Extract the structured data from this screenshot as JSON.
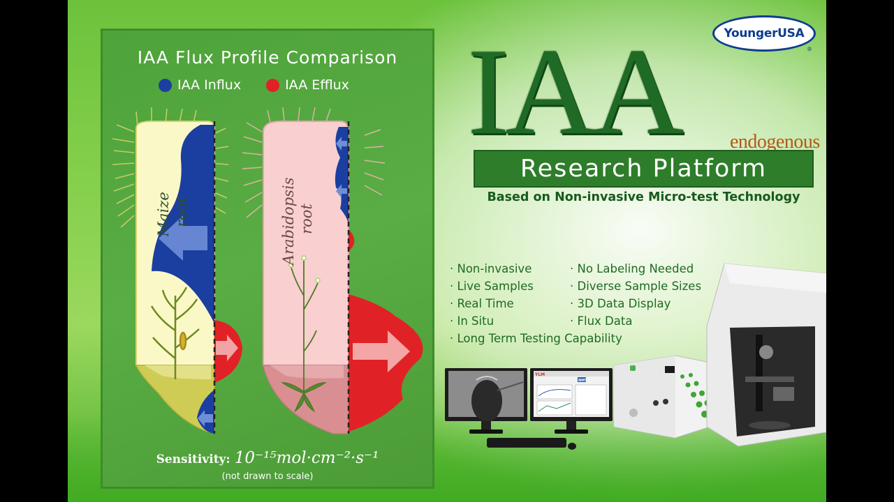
{
  "panel": {
    "title": "IAA Flux Profile Comparison",
    "legend": [
      {
        "label": "IAA Influx",
        "color": "#1b3fa0"
      },
      {
        "label": "IAA Efflux",
        "color": "#e02226"
      }
    ],
    "roots": [
      {
        "label_line1": "Maize",
        "label_line2": "root",
        "fill": "#fbf8c8",
        "tip_fill": "#cfcc55"
      },
      {
        "label_line1": "Arabidopsis",
        "label_line2": "root",
        "fill": "#f9cfcf",
        "tip_fill": "#d98f92"
      }
    ],
    "sensitivity_label": "Sensitivity:",
    "sensitivity_value": "10⁻¹⁵mol·cm⁻²·s⁻¹",
    "note": "(not drawn to scale)"
  },
  "brand": {
    "logo": "YoungerUSA",
    "logo_reg": "®"
  },
  "headline": {
    "title": "IAA",
    "subscript": "endogenous",
    "platform": "Research Platform",
    "tagline": "Based on Non-invasive Micro-test Technology"
  },
  "features": [
    "· Non-invasive",
    "· No Labeling Needed",
    "· Live Samples",
    "· Diverse Sample Sizes",
    "· Real Time",
    "· 3D Data Display",
    "· In Situ",
    "· Flux Data",
    "· Long Term Testing Capability"
  ],
  "equipment": {
    "screen2_badge": "NMT",
    "screen2_logo": "YLM"
  },
  "colors": {
    "influx": "#1b3fa0",
    "efflux": "#e02226",
    "brand_green": "#1f6a24",
    "accent_orange": "#b15a14"
  }
}
